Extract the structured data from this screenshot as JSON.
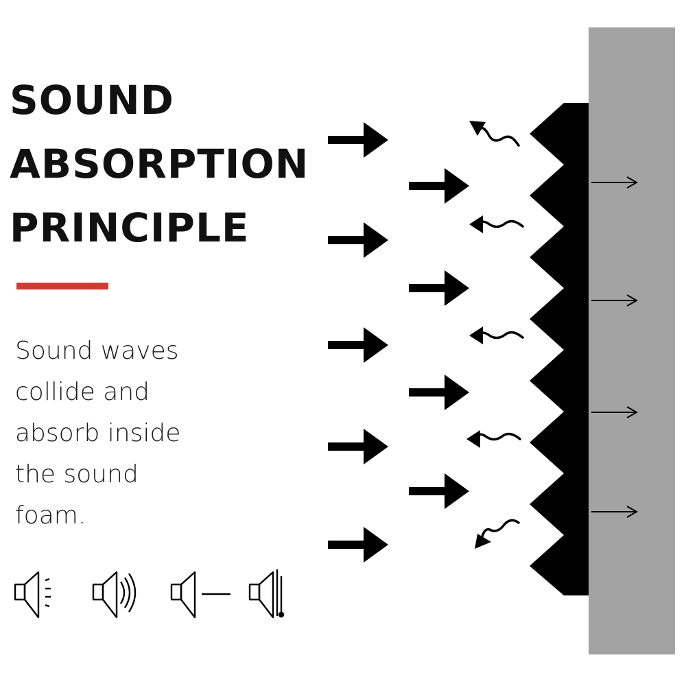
{
  "heading": {
    "line1": "SOUND",
    "line2": "ABSORPTION",
    "line3": "PRINCIPLE"
  },
  "description": {
    "line1": "Sound waves",
    "line2": "collide and",
    "line3": "absorb inside",
    "line4": "the sound",
    "line5": "foam."
  },
  "colors": {
    "accent": "#d23a32",
    "wall": "#a3a3a3",
    "foam": "#000000",
    "ink": "#111111"
  },
  "icons": [
    "speaker-emit-icon",
    "speaker-waves-icon",
    "speaker-line-icon",
    "speaker-blocked-icon"
  ]
}
